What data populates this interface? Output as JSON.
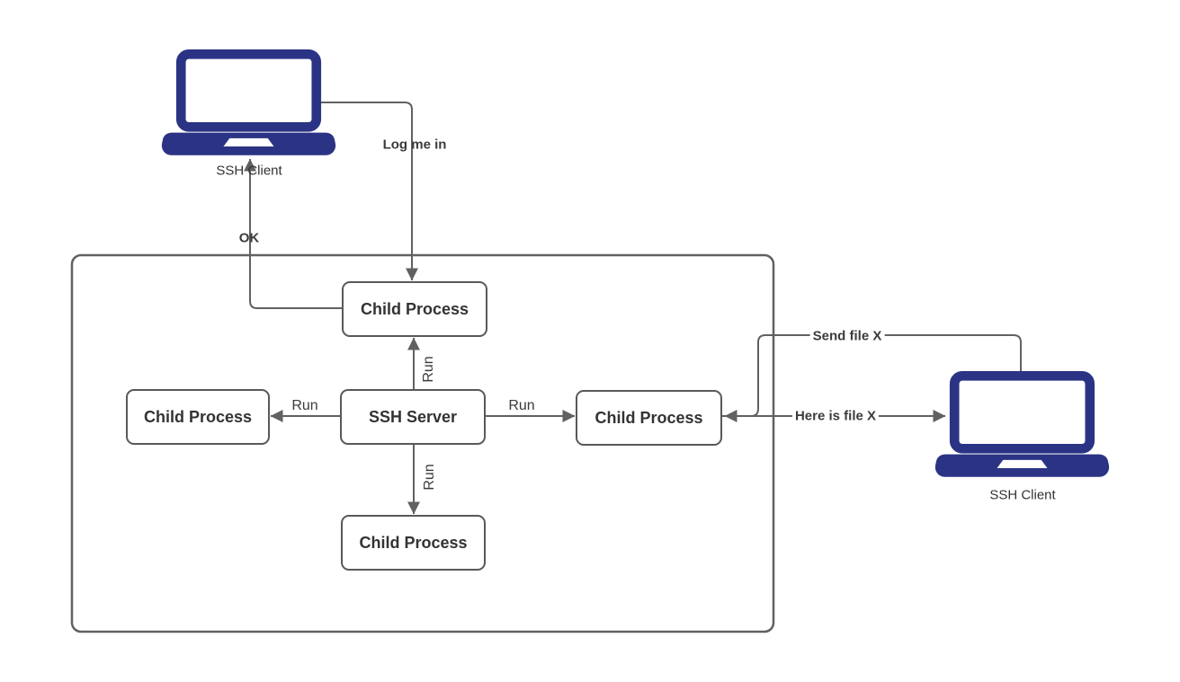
{
  "nodes": {
    "ssh_server": {
      "label": "SSH Server"
    },
    "child_top": {
      "label": "Child Process"
    },
    "child_left": {
      "label": "Child Process"
    },
    "child_right": {
      "label": "Child Process"
    },
    "child_bottom": {
      "label": "Child Process"
    }
  },
  "clients": {
    "left": {
      "label": "SSH Client",
      "icon": "laptop-icon"
    },
    "right": {
      "label": "SSH Client",
      "icon": "laptop-icon"
    }
  },
  "edges": {
    "run": "Run",
    "log_me_in": "Log me in",
    "ok": "OK",
    "send_file": "Send file X",
    "here_is_file": "Here is file X"
  },
  "colors": {
    "laptop_fill": "#2b3484",
    "connector": "#616161",
    "node_border": "#595959",
    "text": "#333333",
    "background": "#ffffff"
  }
}
